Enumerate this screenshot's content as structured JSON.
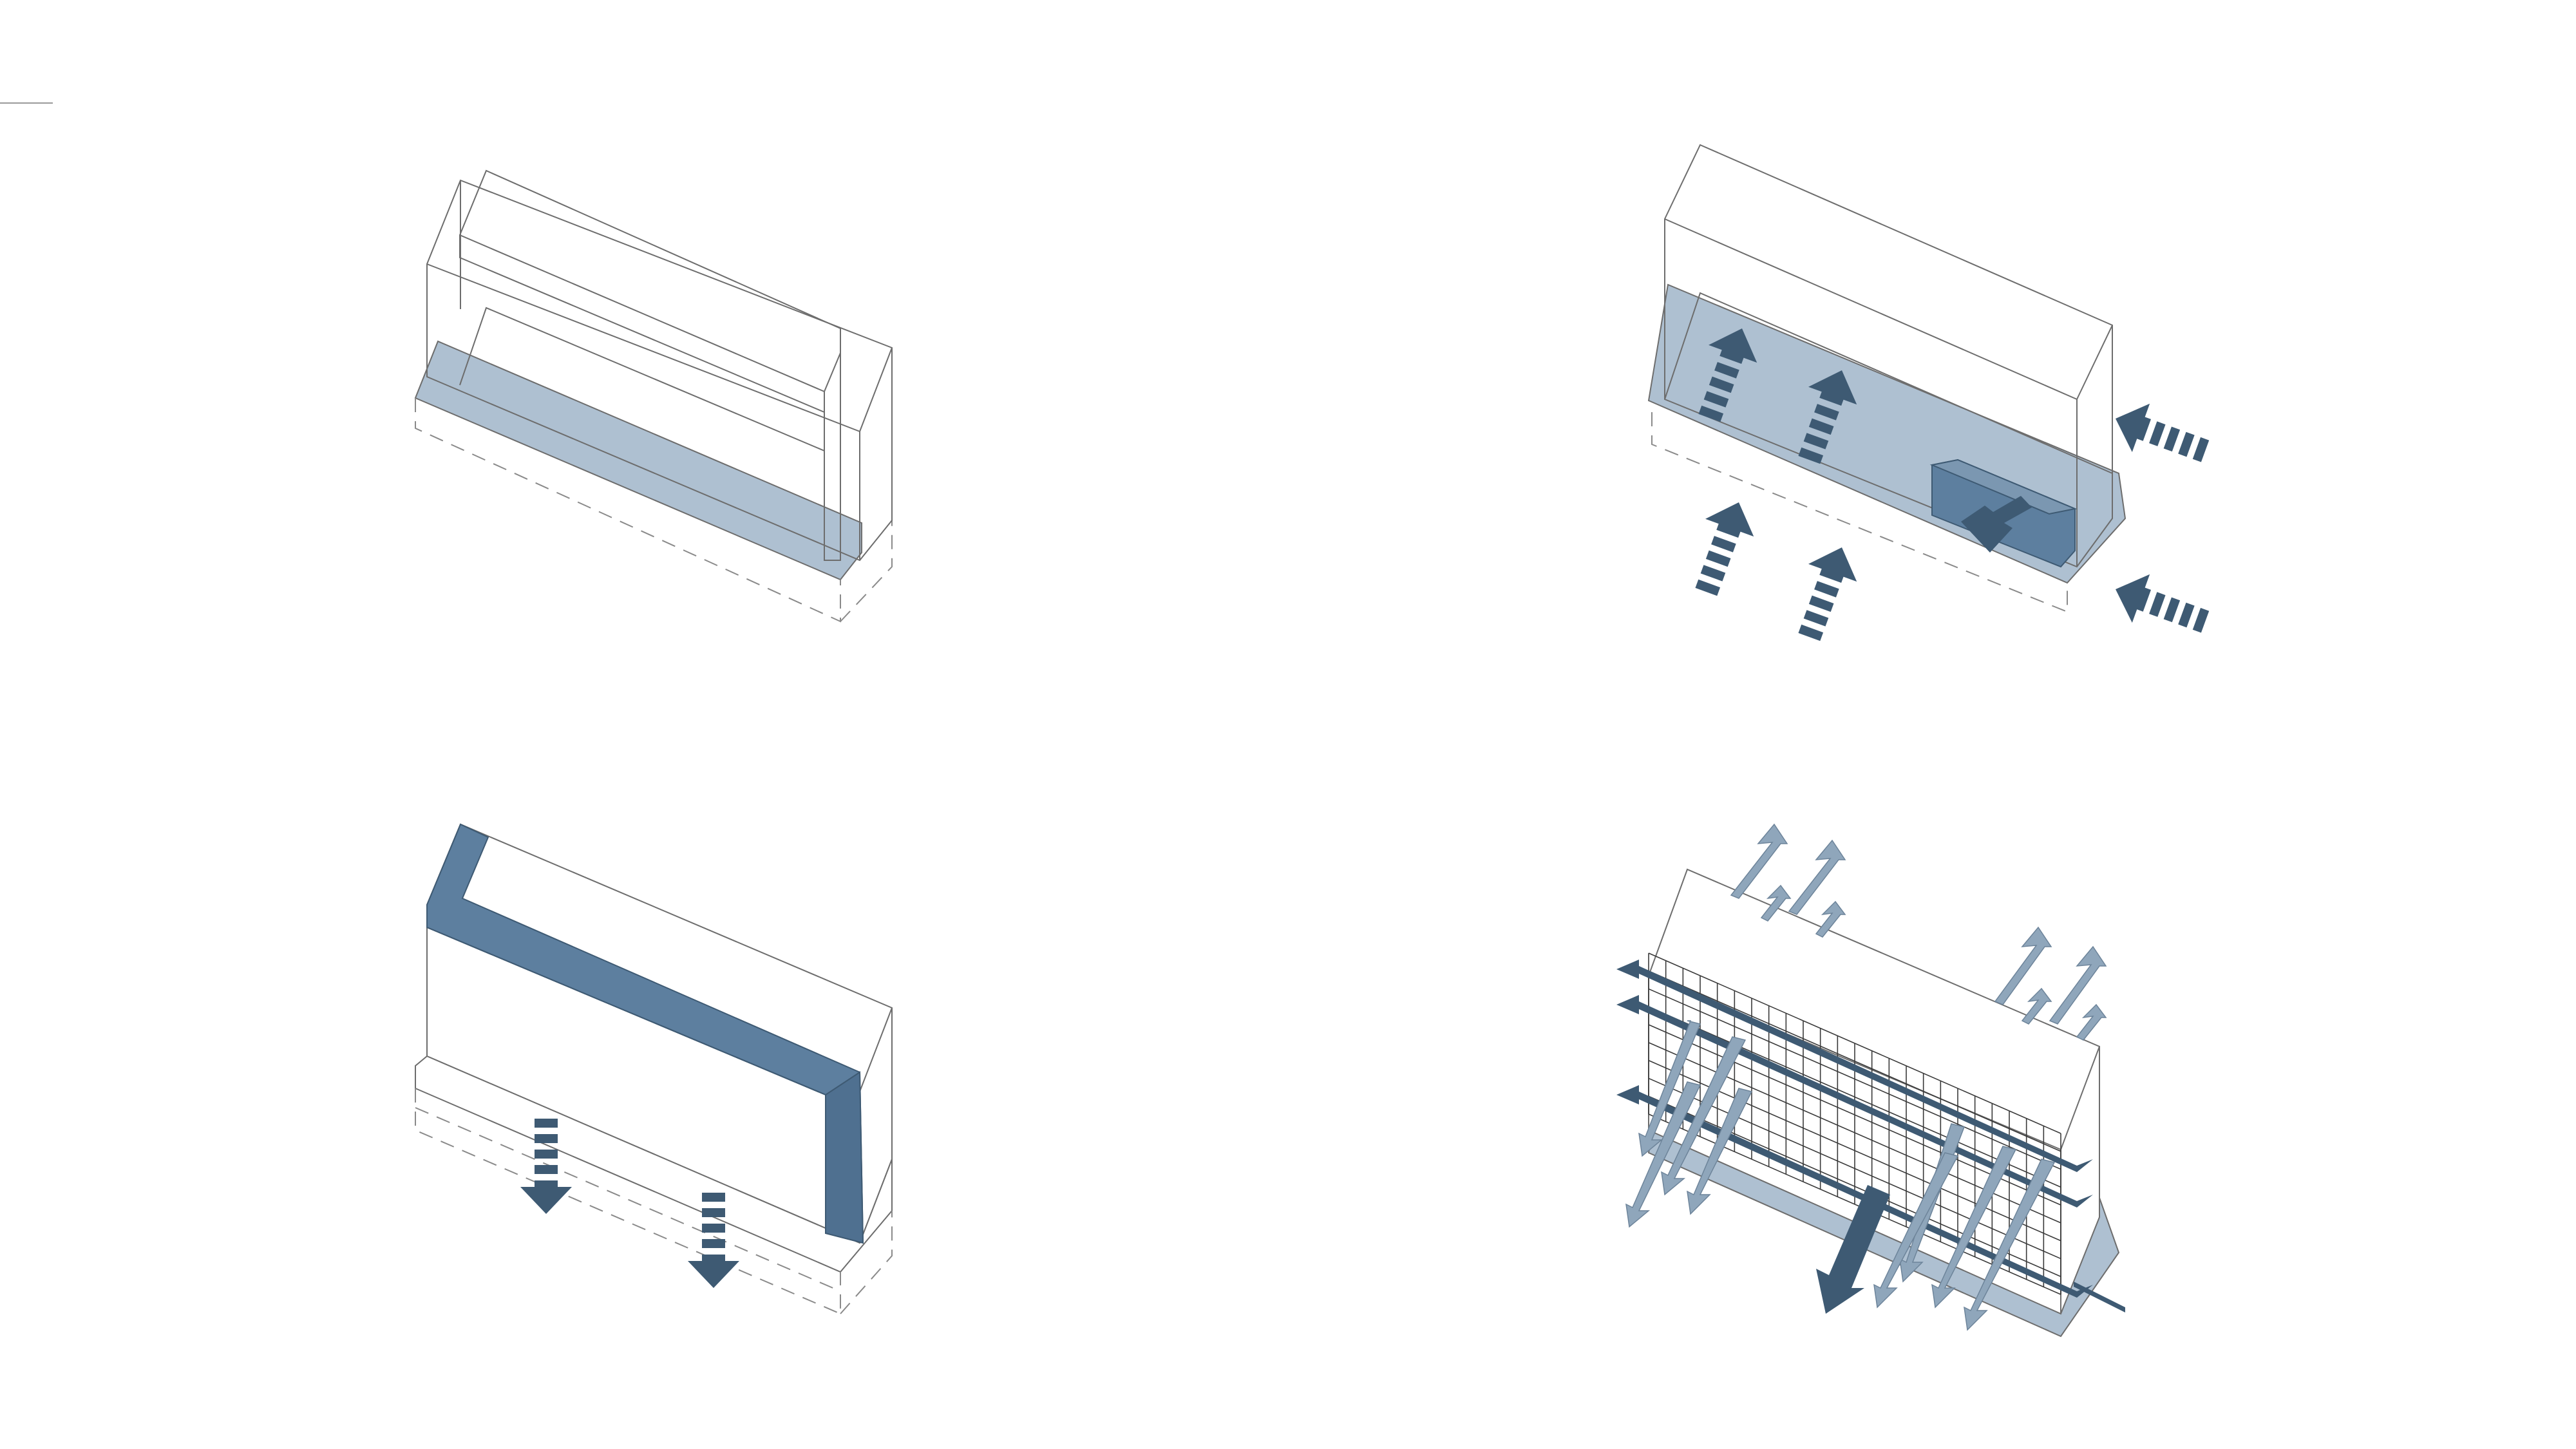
{
  "colors": {
    "background": "#ffffff",
    "outline": "#6d6d6d",
    "light_blue": "#aec0d1",
    "mid_blue": "#5d7f9f",
    "dark_blue": "#3e5a73",
    "pale_blue": "#8fa6bb"
  },
  "diagram": {
    "panels": [
      {
        "id": "panel-top-left",
        "icons": [
          "transparent-volume",
          "l-frame-outline",
          "light-blue-base-slab"
        ]
      },
      {
        "id": "panel-top-right",
        "icons": [
          "transparent-volume",
          "light-blue-base-slab",
          "dark-blue-block",
          "inward-arrow-icon",
          "inward-arrow-icon",
          "inward-arrow-icon",
          "inward-arrow-icon",
          "inward-arrow-icon",
          "inward-arrow-icon",
          "down-arrow-icon"
        ]
      },
      {
        "id": "panel-bottom-left",
        "icons": [
          "solid-volume",
          "blue-l-frame",
          "down-arrow-icon",
          "down-arrow-icon"
        ]
      },
      {
        "id": "panel-bottom-right",
        "icons": [
          "solid-volume",
          "grid-facade",
          "cross-arrow-icon",
          "up-arrow-icon",
          "diagonal-arrow-icon"
        ]
      }
    ]
  }
}
